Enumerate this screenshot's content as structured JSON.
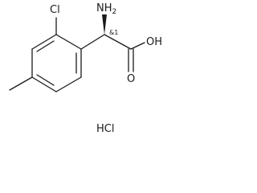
{
  "molecule": {
    "labels": {
      "chlorine": "Cl",
      "amine": "NH2",
      "amine_element": "NH",
      "amine_subscript": "2",
      "hydroxyl": "OH",
      "carbonyl_oxygen": "O",
      "stereo_descriptor": "&1",
      "counter_ion": "HCl"
    }
  }
}
